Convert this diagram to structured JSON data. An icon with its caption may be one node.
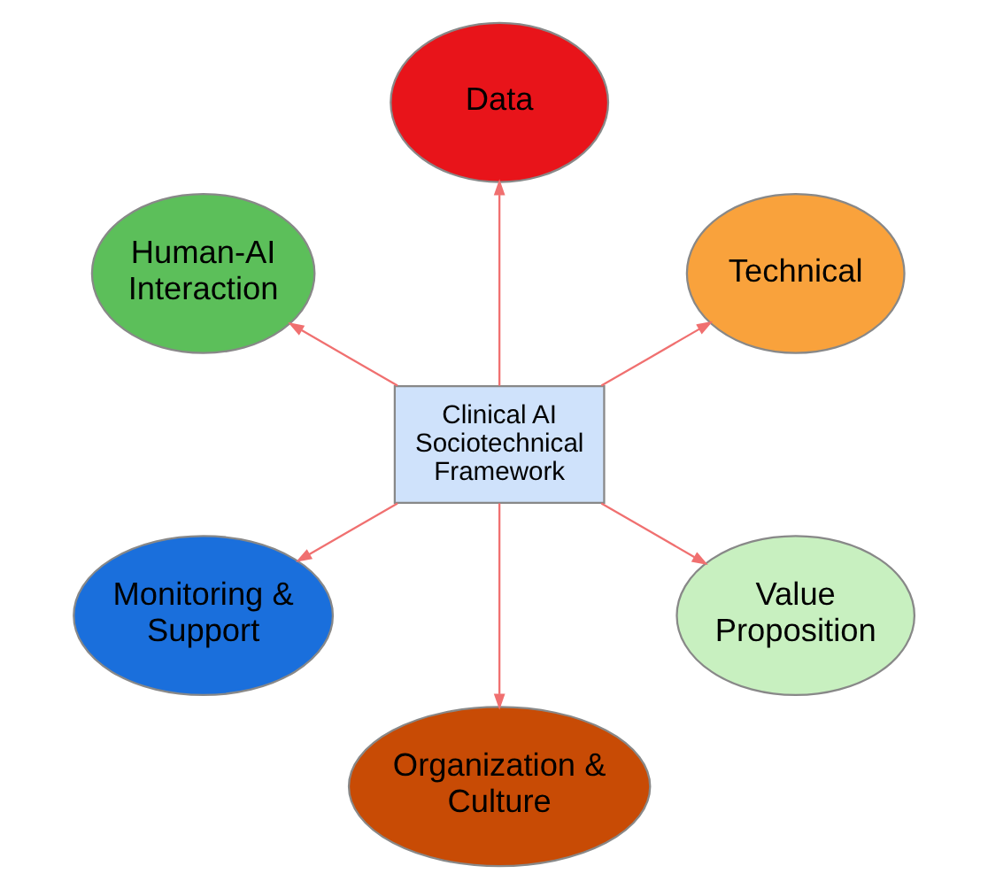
{
  "diagram": {
    "nodes": [
      {
        "text": [
          "Technical"
        ]
      },
      {
        "text": [
          "Data"
        ]
      },
      {
        "text": [
          "Human-AI Interaction"
        ]
      },
      {
        "text": [
          "Clinical AI Sociotechnical Framework"
        ]
      },
      {
        "text": [
          "Monitoring & Support"
        ]
      },
      {
        "text": [
          "Organization & Culture"
        ]
      },
      {
        "text": [
          "Value Proposition"
        ]
      }
    ],
    "edges": [
      {
        "from": 3,
        "to": 0,
        "arrow": "to"
      },
      {
        "from": 3,
        "to": 1,
        "arrow": "to"
      },
      {
        "from": 3,
        "to": 2,
        "arrow": "to"
      },
      {
        "from": 3,
        "to": 4,
        "arrow": "to"
      },
      {
        "from": 3,
        "to": 5,
        "arrow": "to"
      },
      {
        "from": 3,
        "to": 6,
        "arrow": "to"
      }
    ]
  }
}
